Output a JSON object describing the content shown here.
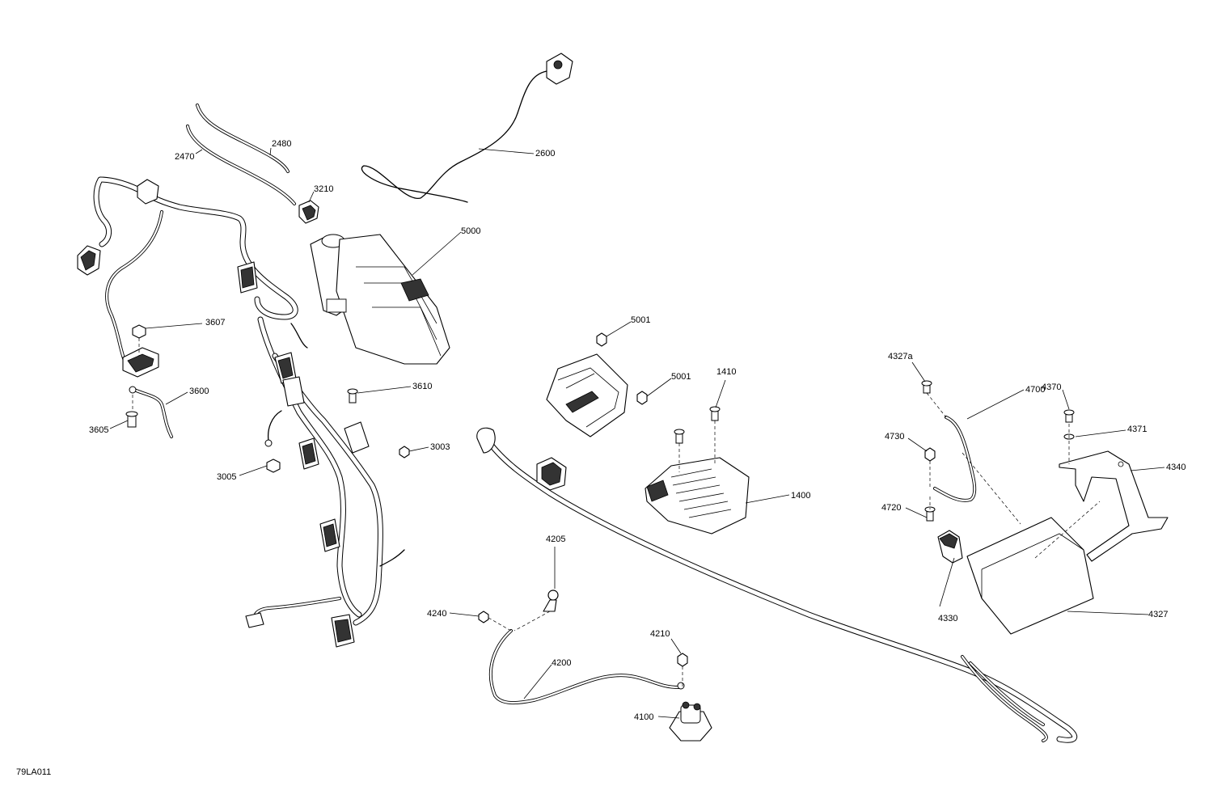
{
  "diagram_ref": "79LA011",
  "callouts": [
    {
      "id": "2480",
      "text": "2480"
    },
    {
      "id": "2470",
      "text": "2470"
    },
    {
      "id": "2600",
      "text": "2600"
    },
    {
      "id": "3210",
      "text": "3210"
    },
    {
      "id": "5000",
      "text": "5000"
    },
    {
      "id": "3607",
      "text": "3607"
    },
    {
      "id": "3600",
      "text": "3600"
    },
    {
      "id": "3605",
      "text": "3605"
    },
    {
      "id": "3610",
      "text": "3610"
    },
    {
      "id": "3003",
      "text": "3003"
    },
    {
      "id": "3005",
      "text": "3005"
    },
    {
      "id": "5001a",
      "text": "5001"
    },
    {
      "id": "5001b",
      "text": "5001"
    },
    {
      "id": "1410",
      "text": "1410"
    },
    {
      "id": "1400",
      "text": "1400"
    },
    {
      "id": "4205",
      "text": "4205"
    },
    {
      "id": "4240",
      "text": "4240"
    },
    {
      "id": "4200",
      "text": "4200"
    },
    {
      "id": "4210",
      "text": "4210"
    },
    {
      "id": "4100",
      "text": "4100"
    },
    {
      "id": "4327a",
      "text": "4327a"
    },
    {
      "id": "4700",
      "text": "4700"
    },
    {
      "id": "4370",
      "text": "4370"
    },
    {
      "id": "4371",
      "text": "4371"
    },
    {
      "id": "4730",
      "text": "4730"
    },
    {
      "id": "4340",
      "text": "4340"
    },
    {
      "id": "4720",
      "text": "4720"
    },
    {
      "id": "4330",
      "text": "4330"
    },
    {
      "id": "4327",
      "text": "4327"
    }
  ]
}
